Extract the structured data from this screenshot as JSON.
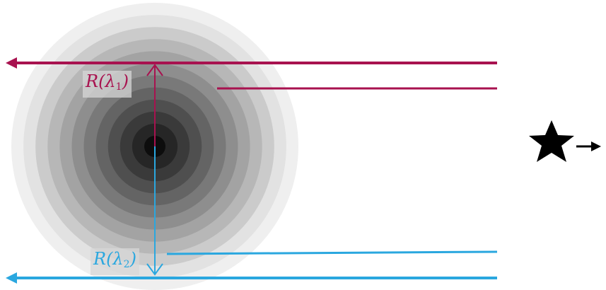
{
  "colors": {
    "ray_lambda1": "#a8124f",
    "ray_lambda2": "#2aa7df",
    "star": "#000000",
    "background": "#ffffff",
    "ring_shades": [
      "#efefef",
      "#e2e2e2",
      "#cbcbcb",
      "#b7b7b7",
      "#a3a3a3",
      "#8e8e8e",
      "#797979",
      "#646464",
      "#4f4f4f",
      "#3a3a3a",
      "#262626",
      "#0d0d0d"
    ]
  },
  "labels": {
    "r_lambda1": {
      "symbol": "R(λ",
      "subscript": "1",
      "close": ")"
    },
    "r_lambda2": {
      "symbol": "R(λ",
      "subscript": "2",
      "close": ")"
    }
  },
  "icons": {
    "star": "star-icon",
    "direction_arrow": "arrow-right-icon"
  }
}
